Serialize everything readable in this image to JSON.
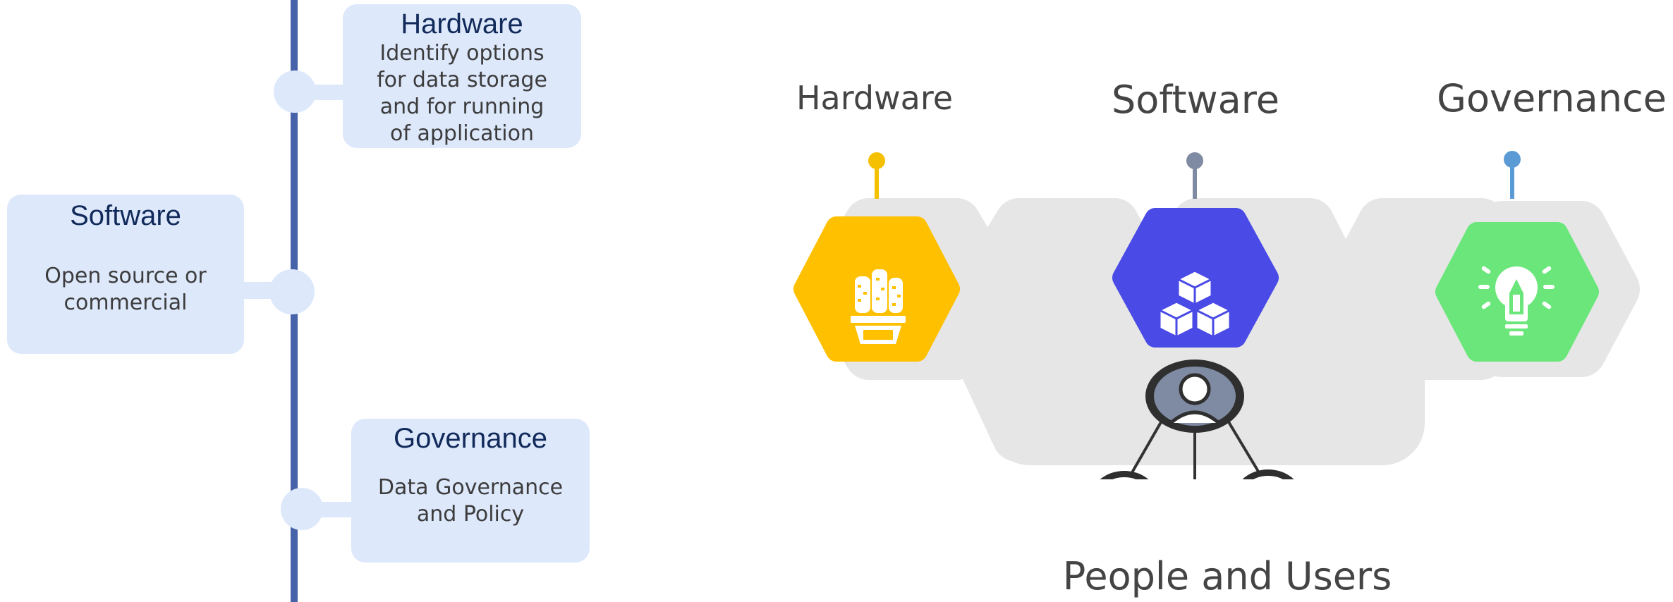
{
  "timeline": {
    "hardware": {
      "title": "Hardware",
      "lines": [
        "Identify options",
        "for data storage",
        "and for running",
        "of application"
      ]
    },
    "software": {
      "title": "Software",
      "lines": [
        "Open source or",
        "commercial"
      ]
    },
    "governance": {
      "title": "Governance",
      "lines": [
        "Data Governance",
        "and Policy"
      ]
    }
  },
  "diagram": {
    "hardware_label": "Hardware",
    "software_label": "Software",
    "governance_label": "Governance",
    "people_label": "People and Users"
  },
  "colors": {
    "timeline_line": "#4662a8",
    "card_bg": "#dde8fb",
    "hardware": "#ffc000",
    "software": "#4a4ae6",
    "governance": "#6ae67a",
    "pin_hardware": "#f5c000",
    "pin_software": "#7f8ba3",
    "pin_governance": "#5b9bd5"
  },
  "icons": {
    "hardware": "cactus-pot-icon",
    "software": "stacked-cubes-icon",
    "governance": "lightbulb-pencil-icon",
    "people": "user-network-icon"
  }
}
